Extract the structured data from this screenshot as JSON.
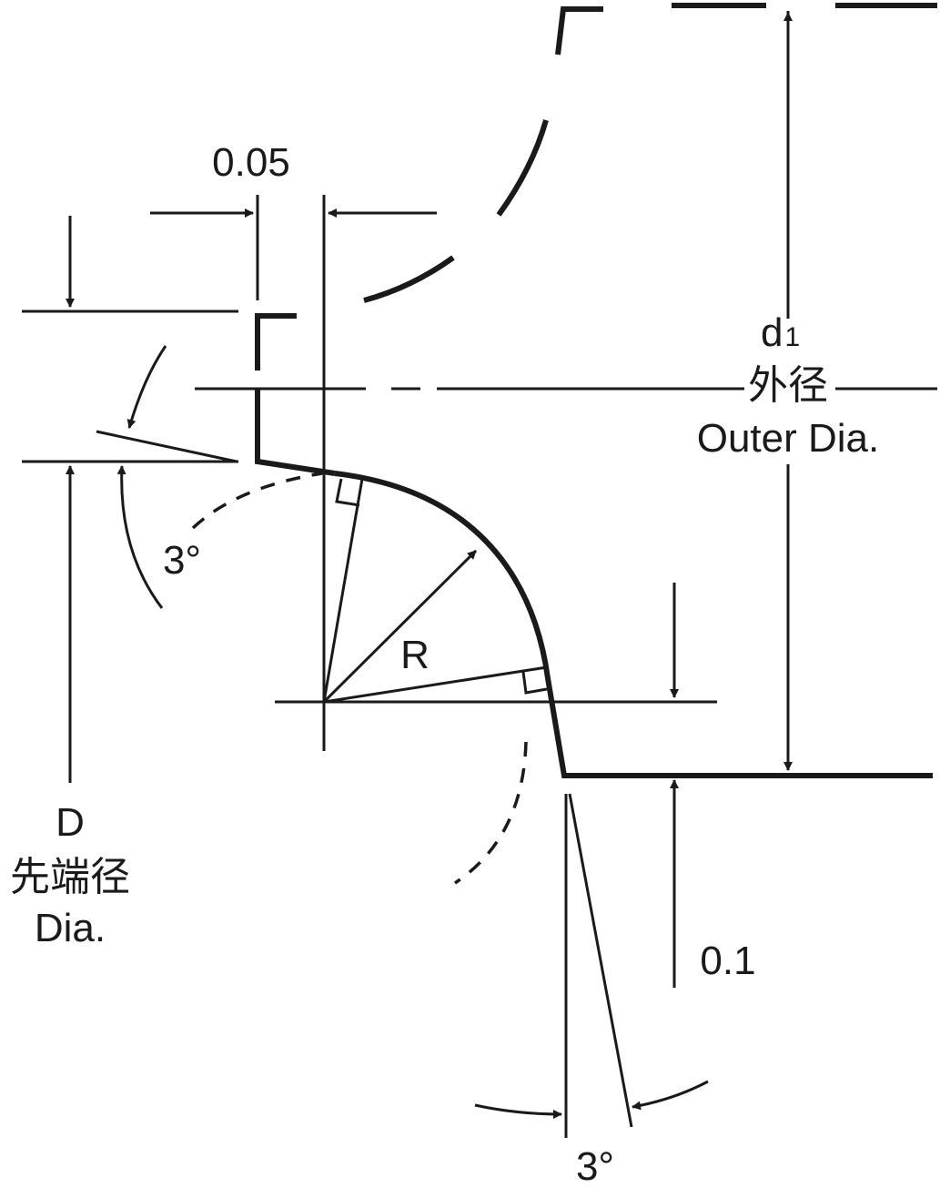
{
  "labels": {
    "top_clearance": "0.05",
    "outer_dia_symbol": "d",
    "outer_dia_subscript": "1",
    "outer_dia_jp": "外径",
    "outer_dia_en": "Outer Dia.",
    "tip_angle": "3°",
    "radius": "R",
    "tip_dia_symbol": "D",
    "tip_dia_jp": "先端径",
    "tip_dia_en": "Dia.",
    "step_height": "0.1",
    "bottom_angle": "3°"
  },
  "colors": {
    "ink": "#1a1a1a",
    "background": "#ffffff"
  }
}
